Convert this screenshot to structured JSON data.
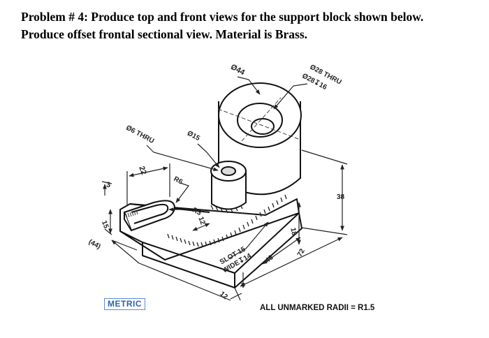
{
  "problem": {
    "line1": "Problem # 4: Produce top and front views for the support block shown below.",
    "line2": "Produce offset frontal sectional view. Material is Brass."
  },
  "drawing": {
    "dims": {
      "d44": "Ø44",
      "d28thru": "Ø28 THRU",
      "d28_16": "Ø28↧16",
      "d15": "Ø15",
      "d6thru": "Ø6 THRU",
      "v22": "22",
      "v3": "3",
      "r6": "R6",
      "r3": "R3",
      "v12": "12",
      "v15": "15",
      "v44": "(44)",
      "slot_line1": "SLOT 15",
      "slot_line2": "WIDE↧14",
      "v46": "46",
      "v38": "38",
      "v18": "18",
      "v72": "72",
      "v12b": "12"
    },
    "metric_label": "METRIC",
    "radii_note": "ALL UNMARKED RADII = R1.5"
  }
}
